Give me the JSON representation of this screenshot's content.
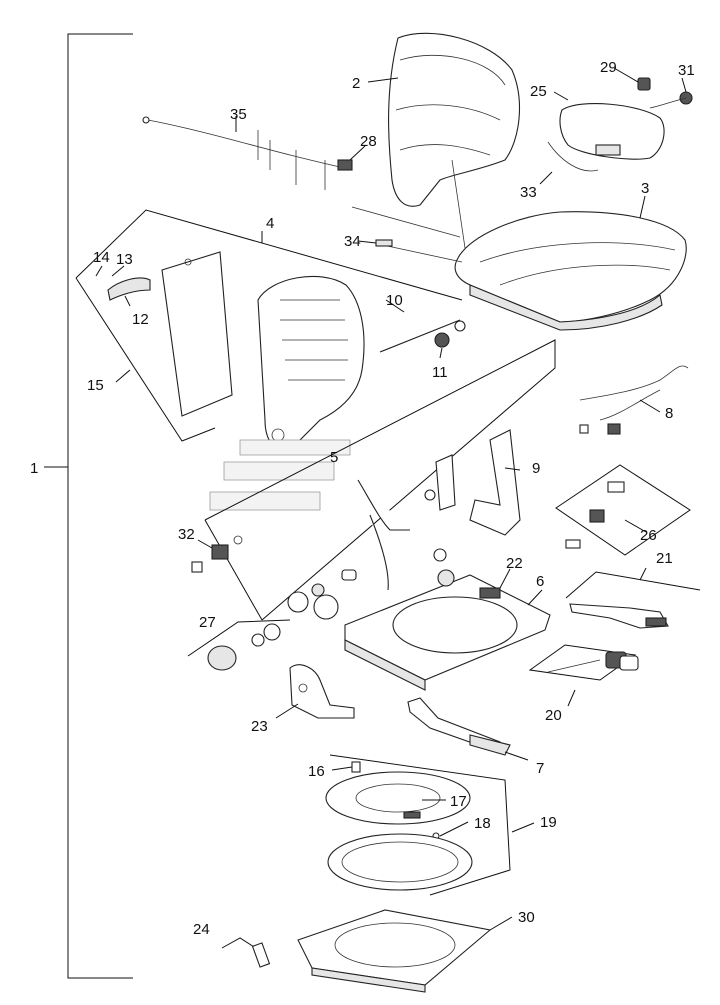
{
  "callouts": [
    {
      "id": "c1",
      "text": "1"
    },
    {
      "id": "c2",
      "text": "2"
    },
    {
      "id": "c3",
      "text": "3"
    },
    {
      "id": "c4",
      "text": "4"
    },
    {
      "id": "c5",
      "text": "5"
    },
    {
      "id": "c6",
      "text": "6"
    },
    {
      "id": "c7",
      "text": "7"
    },
    {
      "id": "c8",
      "text": "8"
    },
    {
      "id": "c9",
      "text": "9"
    },
    {
      "id": "c10",
      "text": "10"
    },
    {
      "id": "c11",
      "text": "11"
    },
    {
      "id": "c12",
      "text": "12"
    },
    {
      "id": "c13",
      "text": "13"
    },
    {
      "id": "c14",
      "text": "14"
    },
    {
      "id": "c15",
      "text": "15"
    },
    {
      "id": "c16",
      "text": "16"
    },
    {
      "id": "c17",
      "text": "17"
    },
    {
      "id": "c18",
      "text": "18"
    },
    {
      "id": "c19",
      "text": "19"
    },
    {
      "id": "c20",
      "text": "20"
    },
    {
      "id": "c21",
      "text": "21"
    },
    {
      "id": "c22",
      "text": "22"
    },
    {
      "id": "c23",
      "text": "23"
    },
    {
      "id": "c24",
      "text": "24"
    },
    {
      "id": "c25",
      "text": "25"
    },
    {
      "id": "c26",
      "text": "26"
    },
    {
      "id": "c27",
      "text": "27"
    },
    {
      "id": "c28",
      "text": "28"
    },
    {
      "id": "c29",
      "text": "29"
    },
    {
      "id": "c30",
      "text": "30"
    },
    {
      "id": "c31",
      "text": "31"
    },
    {
      "id": "c32",
      "text": "32"
    },
    {
      "id": "c33",
      "text": "33"
    },
    {
      "id": "c34",
      "text": "34"
    },
    {
      "id": "c35",
      "text": "35"
    }
  ]
}
